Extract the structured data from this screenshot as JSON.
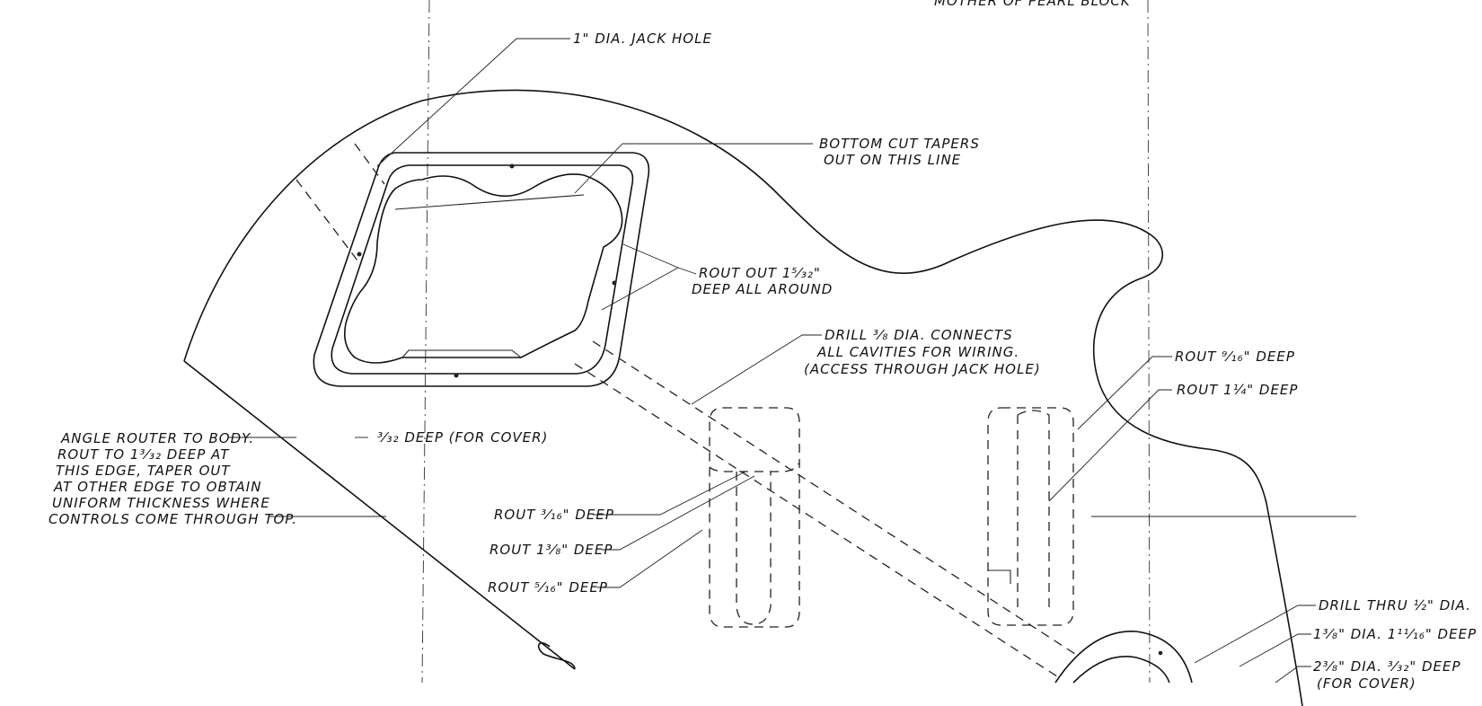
{
  "drawing": {
    "labels": {
      "header_fragment": "MOTHER OF PEARL BLOCK",
      "jack_hole": "1\" DIA. JACK HOLE",
      "bottom_cut_1": "BOTTOM CUT TAPERS",
      "bottom_cut_2": "OUT ON THIS LINE",
      "rout_out_1": "ROUT OUT 1⁵⁄₃₂\"",
      "rout_out_2": "DEEP ALL AROUND",
      "drill_1": "DRILL ³⁄₈ DIA. CONNECTS",
      "drill_2": "ALL CAVITIES FOR WIRING.",
      "drill_3": "(ACCESS THROUGH JACK HOLE)",
      "rout_9_16": "ROUT ⁹⁄₁₆\" DEEP",
      "rout_1_1_4": "ROUT 1¼\" DEEP",
      "cover_depth": "³⁄₃₂ DEEP  (FOR COVER)",
      "angle_1": "ANGLE ROUTER TO BODY.",
      "angle_2": "ROUT TO 1³⁄₃₂ DEEP AT",
      "angle_3": "THIS EDGE, TAPER OUT",
      "angle_4": "AT OTHER EDGE TO OBTAIN",
      "angle_5": "UNIFORM THICKNESS WHERE",
      "angle_6": "CONTROLS COME THROUGH TOP.",
      "rout_3_16": "ROUT ³⁄₁₆\" DEEP",
      "rout_1_3_8": "ROUT 1³⁄₈\" DEEP",
      "rout_5_16": "ROUT ⁵⁄₁₆\" DEEP",
      "drill_thru": "DRILL THRU ½\" DIA.",
      "dia_1_3_8": "1³⁄₈\" DIA.  1¹¹⁄₁₆\" DEEP",
      "dia_2_3_8": "2³⁄₈\" DIA.  ³⁄₃₂\" DEEP",
      "for_cover": "(FOR COVER)"
    }
  }
}
